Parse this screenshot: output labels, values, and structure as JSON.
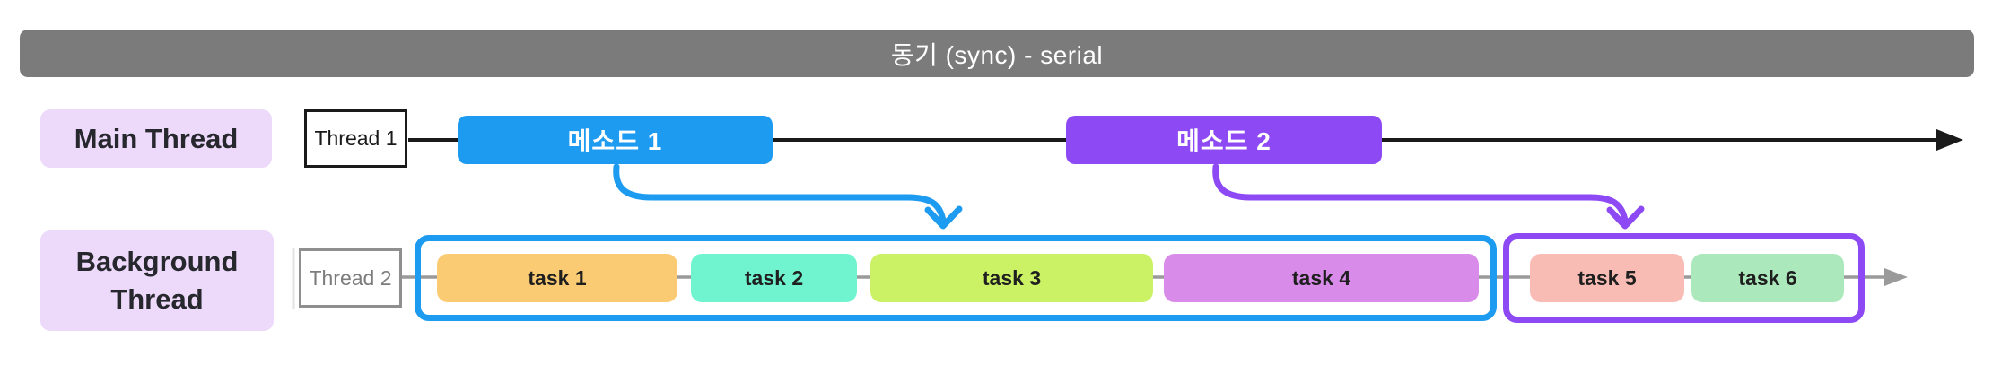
{
  "title": {
    "text": "동기 (sync) - serial",
    "bg_color": "#7b7b7b",
    "text_color": "#ffffff"
  },
  "main_row": {
    "label": "Main Thread",
    "label_bg": "#eddafb",
    "thread_box": "Thread 1",
    "thread_box_border": "#1a1a1a",
    "timeline_color": "#1a1a1a",
    "methods": [
      {
        "label": "메소드 1",
        "color": "#1d9bf0"
      },
      {
        "label": "메소드 2",
        "color": "#8d49f4"
      }
    ]
  },
  "background_row": {
    "label_line1": "Background",
    "label_line2": "Thread",
    "label_bg": "#eddafb",
    "thread_box": "Thread 2",
    "thread_box_border": "#8f8f8f",
    "timeline_color": "#9a9a9a",
    "tasks": [
      {
        "label": "task 1",
        "color": "#fbcb74"
      },
      {
        "label": "task 2",
        "color": "#70f4cf"
      },
      {
        "label": "task 3",
        "color": "#cbf164"
      },
      {
        "label": "task 4",
        "color": "#d98bea"
      },
      {
        "label": "task 5",
        "color": "#f9bcb4"
      },
      {
        "label": "task 6",
        "color": "#abe9bc"
      }
    ],
    "groups": [
      {
        "name": "sync group for 메소드 1 (task 1–4)",
        "color": "#1d9bf0"
      },
      {
        "name": "sync group for 메소드 2 (task 5–6)",
        "color": "#8d49f4"
      }
    ]
  }
}
